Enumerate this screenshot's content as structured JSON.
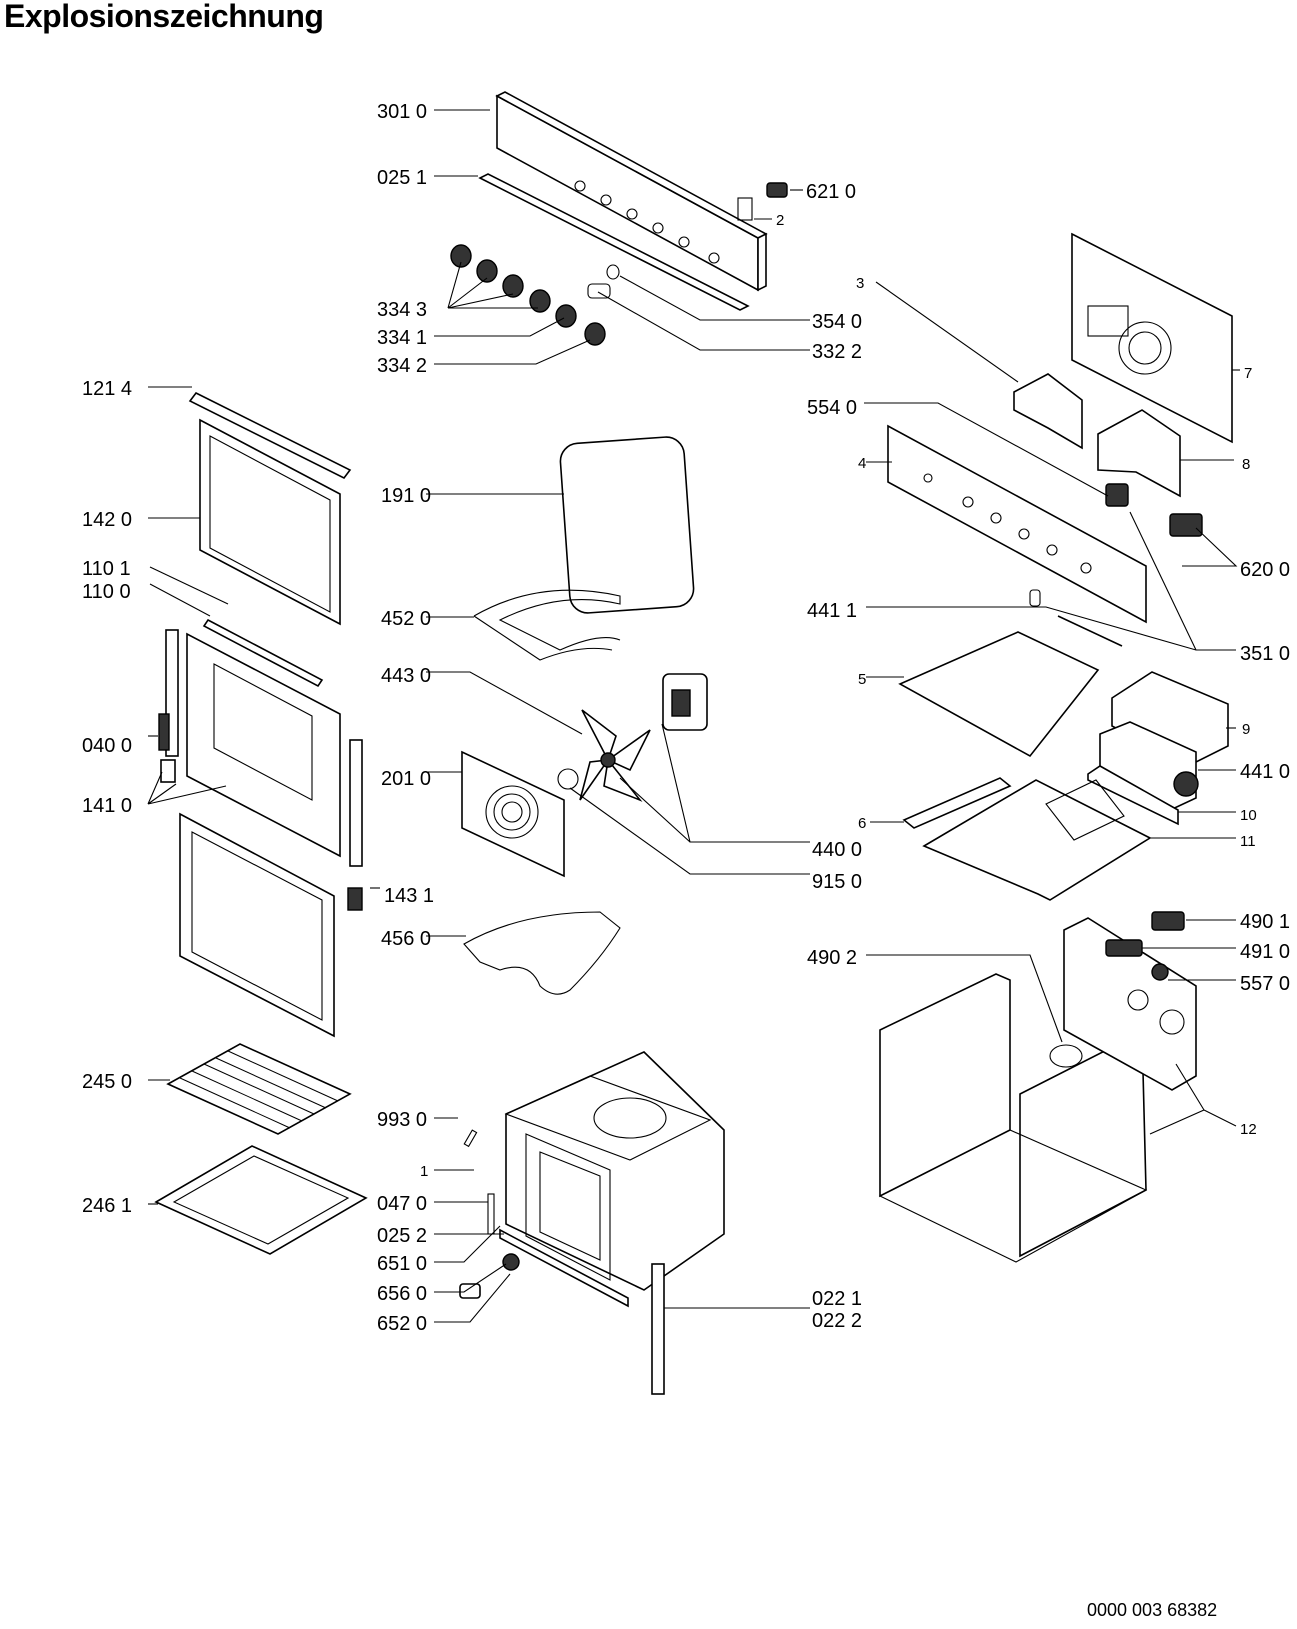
{
  "title": "Explosionszeichnung",
  "doc_number": "0000 003 68382",
  "labels": {
    "l3010": "301 0",
    "l0251": "025 1",
    "l6210": "621 0",
    "l2": "2",
    "l3343": "334 3",
    "l3341": "334 1",
    "l3342": "334 2",
    "l3540": "354 0",
    "l3322": "332 2",
    "l1214": "121 4",
    "l1420": "142 0",
    "l1101": "110 1",
    "l1100": "110 0",
    "l0400": "040 0",
    "l1410": "141 0",
    "l1431": "143 1",
    "l1910": "191 0",
    "l4520": "452 0",
    "l4430": "443 0",
    "l2010": "201 0",
    "l4400": "440 0",
    "l9150": "915 0",
    "l4560": "456 0",
    "l3": "3",
    "l7": "7",
    "l5540": "554 0",
    "l4": "4",
    "l8": "8",
    "l6200": "620 0",
    "l4411": "441 1",
    "l3510": "351 0",
    "l5": "5",
    "l9": "9",
    "l4410": "441 0",
    "l10": "10",
    "l6": "6",
    "l11": "11",
    "l4901": "490 1",
    "l4902": "490 2",
    "l4910": "491 0",
    "l5570": "557 0",
    "l12": "12",
    "l2450": "245 0",
    "l2461": "246 1",
    "l9930": "993 0",
    "l1": "1",
    "l0470": "047 0",
    "l0252": "025 2",
    "l6510": "651 0",
    "l6560": "656 0",
    "l6520": "652 0",
    "l0221": "022 1",
    "l0222": "022 2"
  }
}
